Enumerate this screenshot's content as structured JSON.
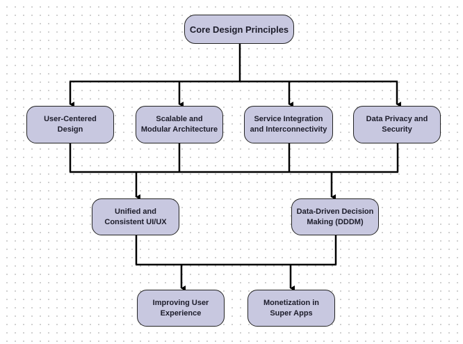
{
  "nodes": {
    "core": "Core Design Principles",
    "user_centered": "User-Centered Design",
    "scalable": "Scalable and Modular Architecture",
    "service_integration": "Service Integration and Interconnectivity",
    "data_privacy": "Data Privacy and Security",
    "unified_ui": "Unified and Consistent UI/UX",
    "data_driven": "Data-Driven Decision Making (DDDM)",
    "improving_ux": "Improving User Experience",
    "monetization": "Monetization in Super Apps"
  },
  "colors": {
    "node_fill": "#c8c8e0",
    "line": "#000000"
  }
}
